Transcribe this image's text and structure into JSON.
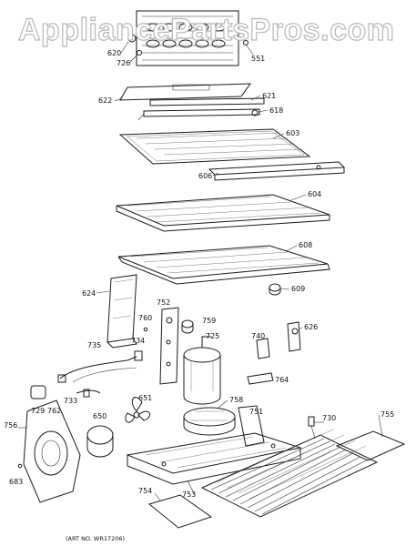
{
  "watermark": "AppliancePartsPros.com",
  "art_number": "(ART NO. WR17206)",
  "callouts": [
    {
      "id": "620",
      "text": "620"
    },
    {
      "id": "726",
      "text": "726"
    },
    {
      "id": "551",
      "text": "551"
    },
    {
      "id": "622",
      "text": "622"
    },
    {
      "id": "621",
      "text": "621"
    },
    {
      "id": "618",
      "text": "618"
    },
    {
      "id": "603",
      "text": "603"
    },
    {
      "id": "606",
      "text": "606"
    },
    {
      "id": "604",
      "text": "604"
    },
    {
      "id": "608",
      "text": "608"
    },
    {
      "id": "609",
      "text": "609"
    },
    {
      "id": "624",
      "text": "624"
    },
    {
      "id": "752",
      "text": "752"
    },
    {
      "id": "760",
      "text": "760"
    },
    {
      "id": "759",
      "text": "759"
    },
    {
      "id": "740",
      "text": "740"
    },
    {
      "id": "626",
      "text": "626"
    },
    {
      "id": "735",
      "text": "735"
    },
    {
      "id": "734",
      "text": "734"
    },
    {
      "id": "725",
      "text": "725"
    },
    {
      "id": "764",
      "text": "764"
    },
    {
      "id": "733",
      "text": "733"
    },
    {
      "id": "651",
      "text": "651"
    },
    {
      "id": "758",
      "text": "758"
    },
    {
      "id": "729",
      "text": "729"
    },
    {
      "id": "762",
      "text": "762"
    },
    {
      "id": "650",
      "text": "650"
    },
    {
      "id": "751",
      "text": "751"
    },
    {
      "id": "730",
      "text": "730"
    },
    {
      "id": "755",
      "text": "755"
    },
    {
      "id": "756",
      "text": "756"
    },
    {
      "id": "683",
      "text": "683"
    },
    {
      "id": "754",
      "text": "754"
    },
    {
      "id": "753",
      "text": "753"
    }
  ]
}
